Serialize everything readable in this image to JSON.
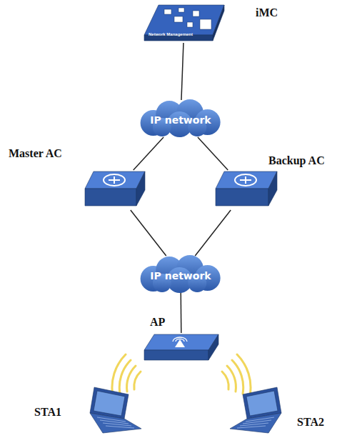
{
  "diagram": {
    "nodes": [
      {
        "text": [
          "Network Management",
          "iMC"
        ]
      },
      {
        "text": [
          "IP network"
        ]
      },
      {
        "text": [
          "Master AC"
        ]
      },
      {
        "text": [
          "Backup AC"
        ]
      },
      {
        "text": [
          "IP network"
        ]
      },
      {
        "text": [
          "AP"
        ]
      },
      {
        "text": [
          "STA1"
        ]
      },
      {
        "text": [
          "STA2"
        ]
      }
    ],
    "edges": [
      {
        "from": 0,
        "to": 1,
        "arrow": "none"
      },
      {
        "from": 1,
        "to": 2,
        "arrow": "none"
      },
      {
        "from": 1,
        "to": 3,
        "arrow": "none"
      },
      {
        "from": 2,
        "to": 4,
        "arrow": "none"
      },
      {
        "from": 3,
        "to": 4,
        "arrow": "none"
      },
      {
        "from": 4,
        "to": 5,
        "arrow": "none"
      }
    ]
  }
}
